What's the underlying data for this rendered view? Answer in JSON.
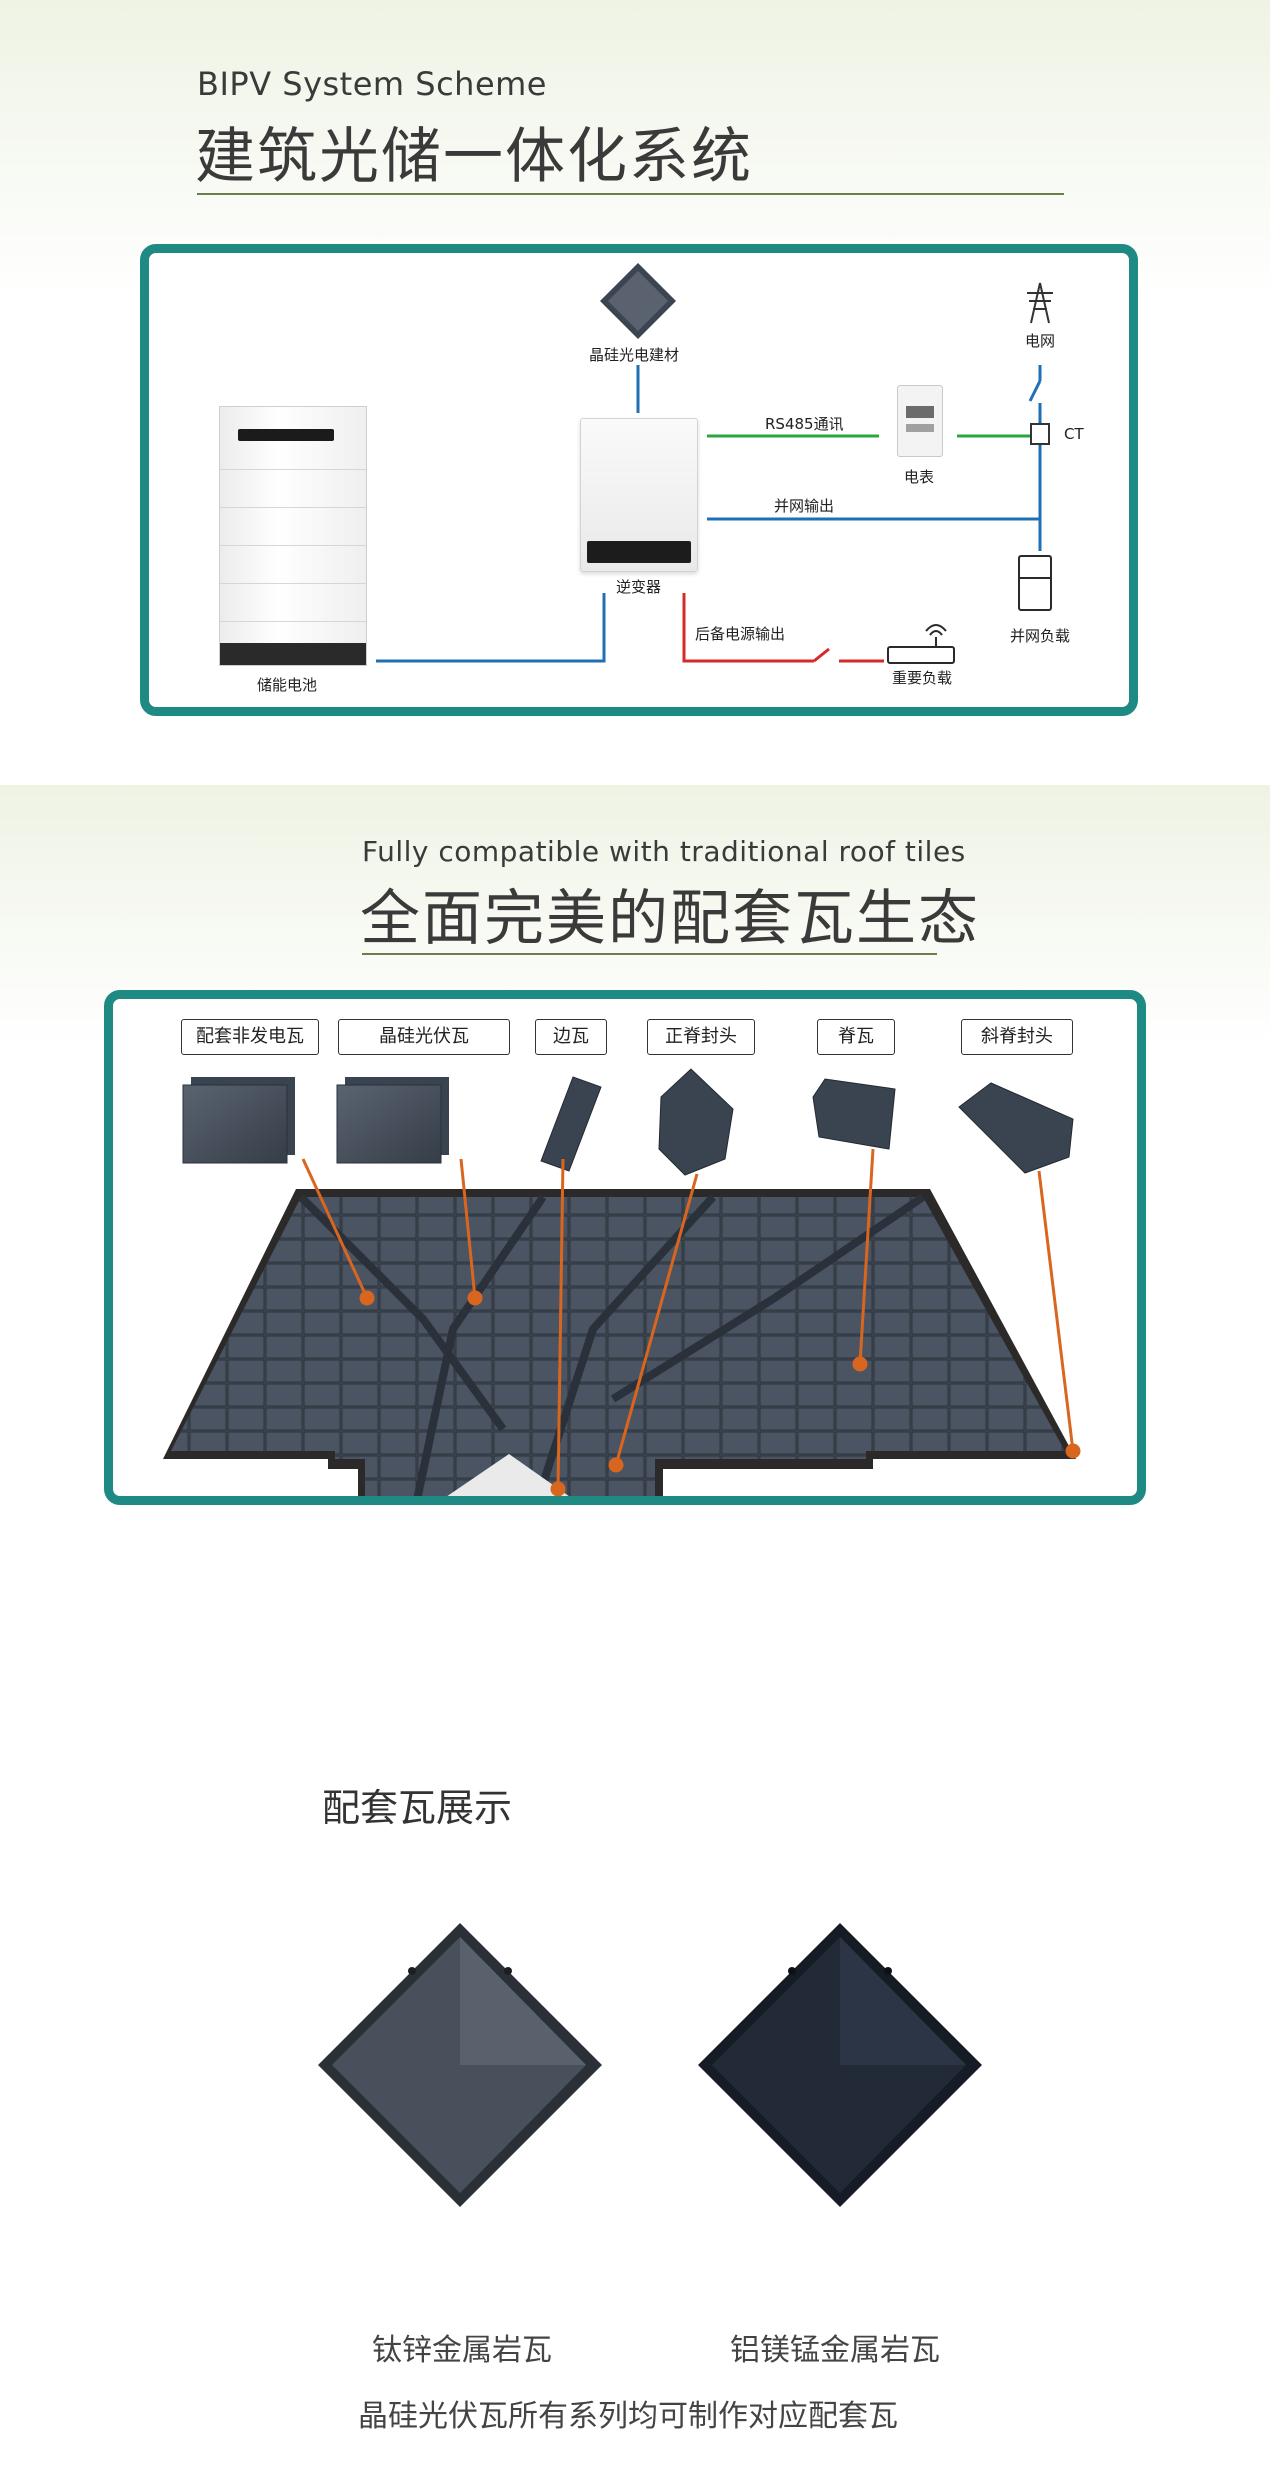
{
  "system": {
    "subtitle": "BIPV System Scheme",
    "title": "建筑光储一体化系统",
    "labels": {
      "pv": "晶硅光电建材",
      "grid": "电网",
      "ct": "CT",
      "rs485": "RS485通讯",
      "meter": "电表",
      "grid_output": "并网输出",
      "inverter": "逆变器",
      "grid_load": "并网负载",
      "backup": "后备电源输出",
      "critical_load": "重要负载",
      "battery": "储能电池"
    },
    "colors": {
      "frame": "#1f8a84",
      "dc": "#1f6fb5",
      "comm": "#2aa63c",
      "backup": "#d62a2a"
    }
  },
  "ecosystem": {
    "subtitle": "Fully compatible with traditional roof tiles",
    "title": "全面完美的配套瓦生态",
    "tags": [
      "配套非发电瓦",
      "晶硅光伏瓦",
      "边瓦",
      "正脊封头",
      "脊瓦",
      "斜脊封头"
    ],
    "colors": {
      "pointer": "#d9661f",
      "tile": "#3a4350"
    }
  },
  "showcase": {
    "title": "配套瓦展示",
    "tiles": [
      {
        "name": "钛锌金属岩瓦",
        "color": "#3d464f"
      },
      {
        "name": "铝镁锰金属岩瓦",
        "color": "#1e2633"
      }
    ],
    "note": "晶硅光伏瓦所有系列均可制作对应配套瓦"
  }
}
